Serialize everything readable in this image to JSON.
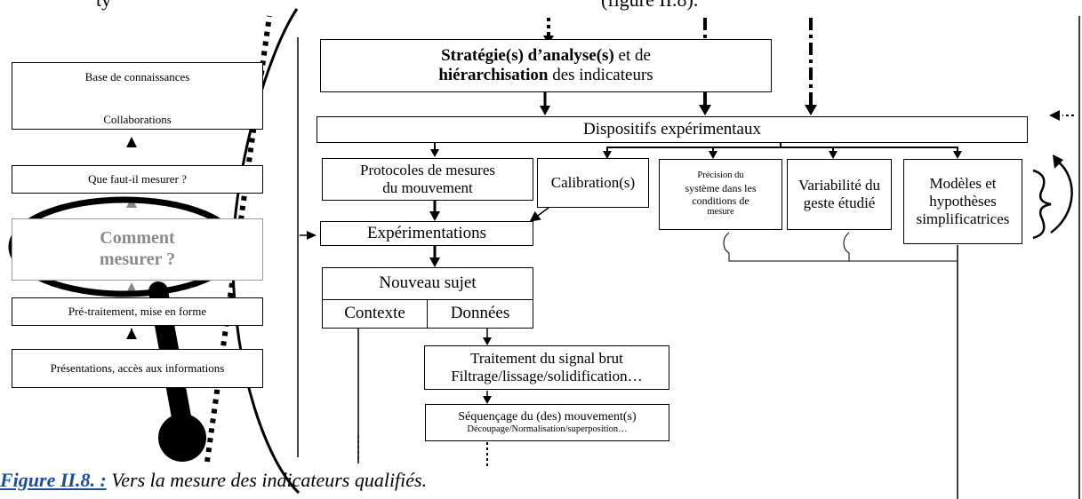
{
  "header_fragment": {
    "left": "ty",
    "right": "(figure II.8)."
  },
  "left_panel": {
    "items": [
      {
        "line1": "Base de connaissances",
        "line2": "Collaborations"
      },
      {
        "label": "Que faut-il mesurer ?"
      },
      {
        "line1": "Comment",
        "line2": "mesurer ?"
      },
      {
        "label": "Pré-traitement, mise en forme"
      },
      {
        "label": "Présentations, accès aux informations"
      }
    ]
  },
  "main": {
    "strategy": {
      "w1": "Stratégie(s) d’analyse(s)",
      "w2": " et de",
      "w3": "hiérarchisation",
      "w4": " des indicateurs"
    },
    "dispositifs": "Dispositifs expérimentaux",
    "protocoles": {
      "line1": "Protocoles de mesures",
      "line2": "du mouvement"
    },
    "calibration": "Calibration(s)",
    "precision": {
      "line1": "Précision du",
      "line2": "système dans les",
      "line3": "conditions de",
      "line4": "mesure"
    },
    "variabilite": {
      "line1": "Variabilité du",
      "line2": "geste étudié"
    },
    "modeles": {
      "line1": "Modèles et",
      "line2": "hypothèses",
      "line3": "simplificatrices"
    },
    "experimentations": "Expérimentations",
    "nouveau_sujet": "Nouveau sujet",
    "contexte": "Contexte",
    "donnees": "Données",
    "traitement": {
      "line1": "Traitement du signal brut",
      "line2": "Filtrage/lissage/solidification…"
    },
    "sequencage": {
      "line1": "Séquençage du (des) mouvement(s)",
      "line2": "Découpage/Normalisation/superposition…"
    }
  },
  "caption": {
    "label": "Figure II.8. :",
    "text": " Vers la mesure des indicateurs qualifiés."
  }
}
